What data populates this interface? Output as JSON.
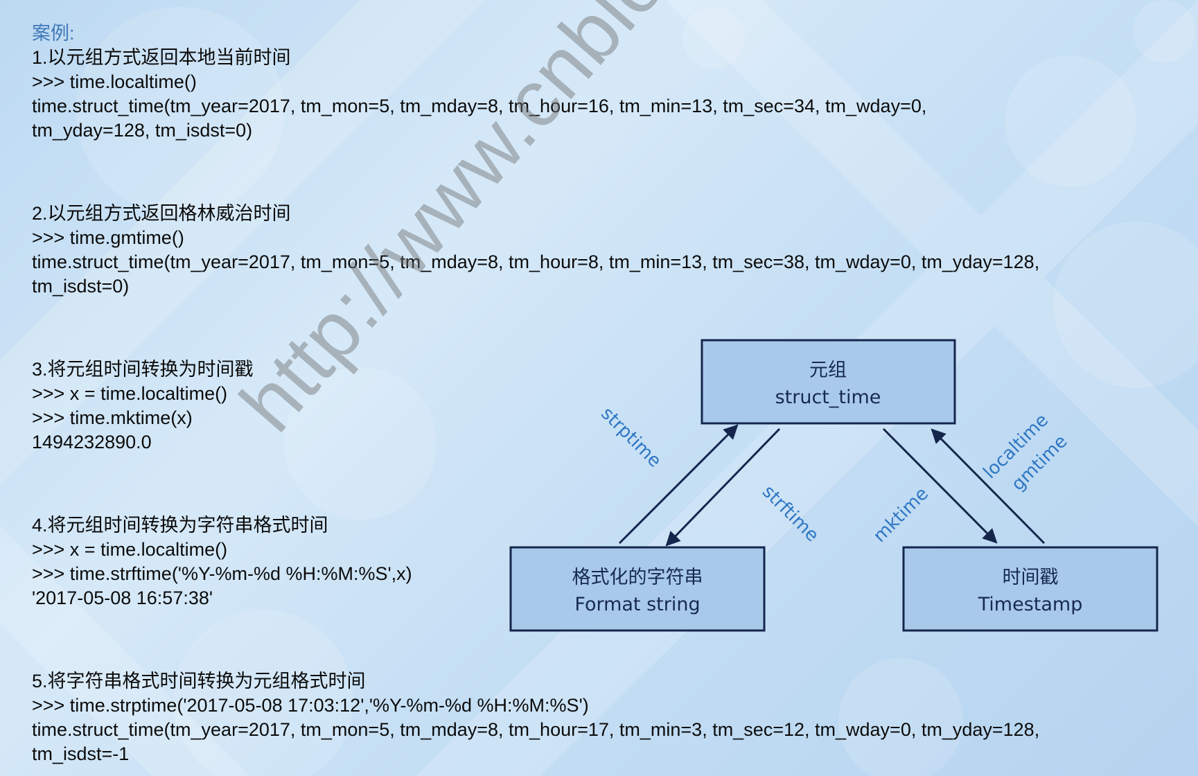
{
  "heading": "案例:",
  "examples": [
    {
      "title": "1.以元组方式返回本地当前时间",
      "code": [
        ">>> time.localtime()"
      ],
      "output": [
        "time.struct_time(tm_year=2017, tm_mon=5, tm_mday=8, tm_hour=16, tm_min=13, tm_sec=34, tm_wday=0,",
        "tm_yday=128, tm_isdst=0)"
      ]
    },
    {
      "title": "2.以元组方式返回格林威治时间",
      "code": [
        ">>> time.gmtime()"
      ],
      "output": [
        "time.struct_time(tm_year=2017, tm_mon=5, tm_mday=8, tm_hour=8, tm_min=13, tm_sec=38, tm_wday=0, tm_yday=128,",
        "tm_isdst=0)"
      ]
    },
    {
      "title": "3.将元组时间转换为时间戳",
      "code": [
        ">>> x = time.localtime()",
        ">>> time.mktime(x)"
      ],
      "output": [
        "1494232890.0"
      ]
    },
    {
      "title": "4.将元组时间转换为字符串格式时间",
      "code": [
        ">>> x = time.localtime()",
        ">>> time.strftime('%Y-%m-%d %H:%M:%S',x)"
      ],
      "output": [
        "'2017-05-08 16:57:38'"
      ]
    },
    {
      "title": "5.将字符串格式时间转换为元组格式时间",
      "code": [
        ">>> time.strptime('2017-05-08 17:03:12','%Y-%m-%d %H:%M:%S')"
      ],
      "output": [
        "time.struct_time(tm_year=2017, tm_mon=5, tm_mday=8, tm_hour=17, tm_min=3, tm_sec=12, tm_wday=0, tm_yday=128,",
        "tm_isdst=-1"
      ]
    }
  ],
  "diagram": {
    "struct_time": {
      "line1": "元组",
      "line2": "struct_time"
    },
    "format_string": {
      "line1": "格式化的字符串",
      "line2": "Format string"
    },
    "timestamp": {
      "line1": "时间戳",
      "line2": "Timestamp"
    },
    "labels": {
      "strptime": "strptime",
      "strftime": "strftime",
      "mktime": "mktime",
      "localtime": "localtime",
      "gmtime": "gmtime"
    },
    "colors": {
      "box_fill": "#a9c9ea",
      "box_stroke": "#14264c",
      "arrow": "#14264c",
      "label": "#2f77c4"
    }
  },
  "watermark": "http://www.cnblogs.com/billyge/"
}
